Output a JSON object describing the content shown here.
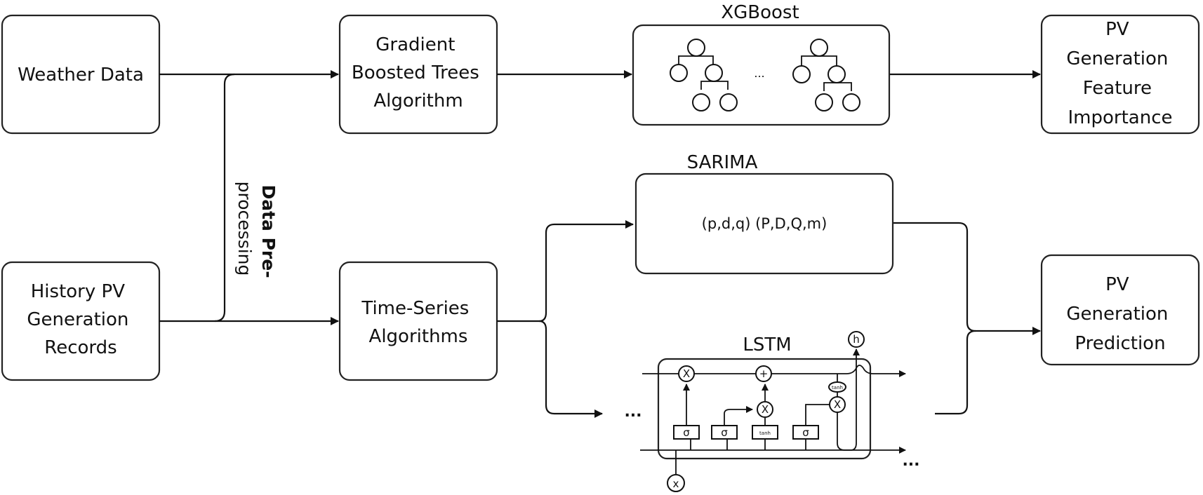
{
  "nodes": {
    "weather_data": {
      "lines": [
        "Weather Data"
      ]
    },
    "history_pv": {
      "lines": [
        "History PV",
        "Generation",
        "Records"
      ]
    },
    "gradient_boosted": {
      "lines": [
        "Gradient",
        "Boosted Trees",
        "Algorithm"
      ]
    },
    "time_series": {
      "lines": [
        "Time-Series",
        "Algorithms"
      ]
    },
    "feature_importance": {
      "lines": [
        "PV",
        "Generation",
        "Feature",
        "Importance"
      ]
    },
    "prediction": {
      "lines": [
        "PV",
        "Generation",
        "Prediction"
      ]
    }
  },
  "edge_labels": {
    "preprocessing": [
      "Data Pre-",
      "processing"
    ]
  },
  "models": {
    "xgboost": {
      "title": "XGBoost",
      "ellipsis": "..."
    },
    "sarima": {
      "title": "SARIMA",
      "params": "(p,d,q) (P,D,Q,m)"
    },
    "lstm": {
      "title": "LSTM",
      "gates": [
        "σ",
        "σ",
        "tanh",
        "σ"
      ],
      "ops": {
        "forget_mult": "X",
        "add": "+",
        "input_mult": "X",
        "output_mult": "X",
        "input_x": "x",
        "output_h": "h",
        "cell_tanh": "tanh"
      },
      "ellipsis_left": "...",
      "ellipsis_right": "..."
    }
  }
}
